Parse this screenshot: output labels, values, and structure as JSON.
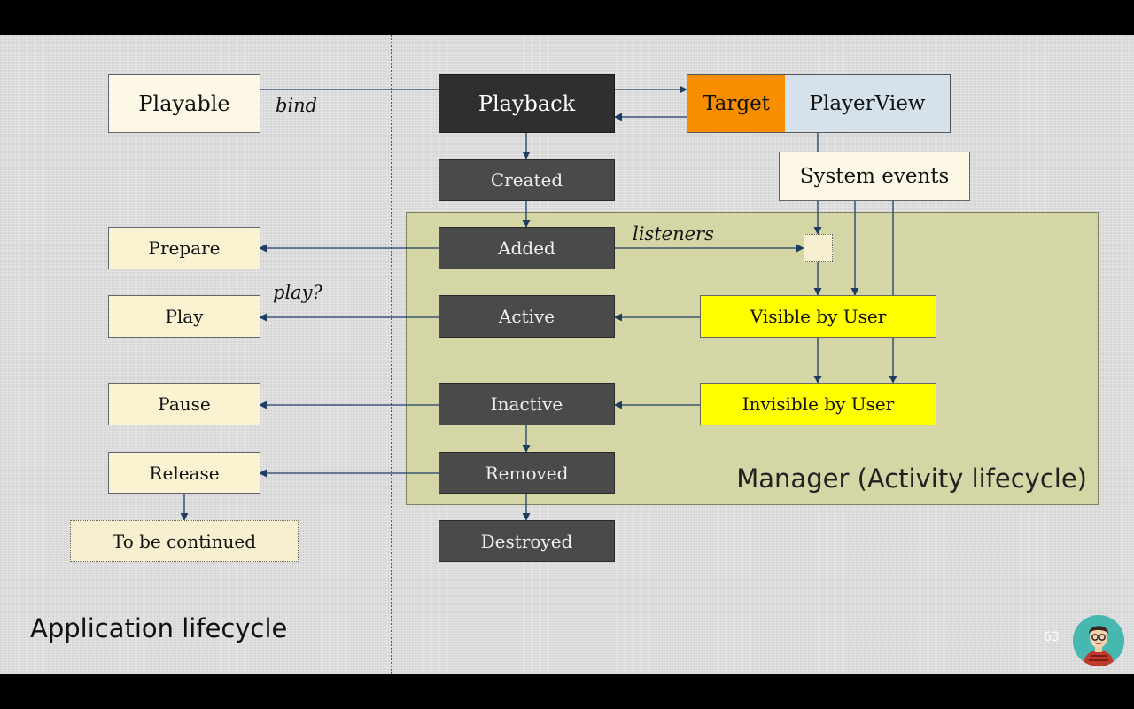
{
  "diagram": {
    "playable": "Playable",
    "bind": "bind",
    "playback": "Playback",
    "target": "Target",
    "player_view": "PlayerView",
    "system_events": "System events",
    "created": "Created",
    "added": "Added",
    "listeners": "listeners",
    "active": "Active",
    "inactive": "Inactive",
    "removed": "Removed",
    "destroyed": "Destroyed",
    "prepare": "Prepare",
    "play": "Play",
    "play_q": "play?",
    "pause": "Pause",
    "release": "Release",
    "to_be_continued": "To be continued",
    "visible_by_user": "Visible by User",
    "invisible_by_user": "Invisible by User",
    "manager_label": "Manager (Activity lifecycle)",
    "application_label": "Application lifecycle"
  },
  "slide": {
    "page_number": "63"
  },
  "colors": {
    "target": "#f98d00",
    "highlight": "#ffff00",
    "arrow": "#1f3c63"
  }
}
